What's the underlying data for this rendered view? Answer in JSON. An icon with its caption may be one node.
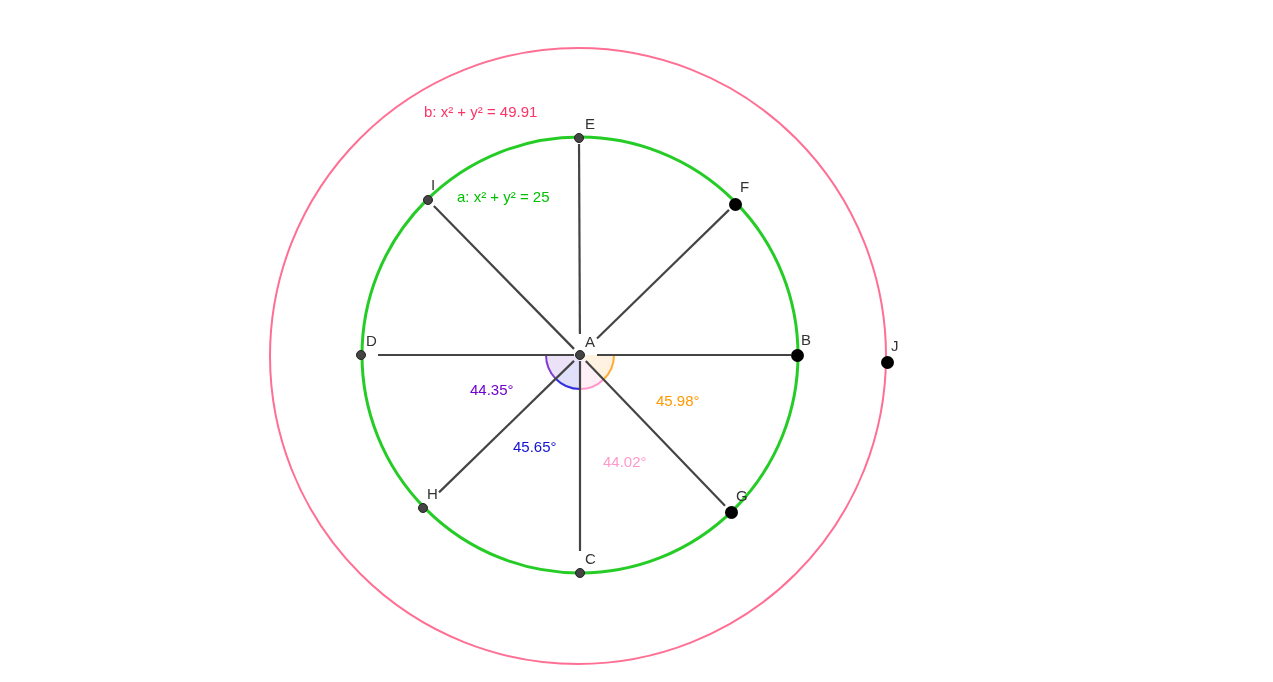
{
  "diagram": {
    "nodes": [
      {
        "text": [
          "E"
        ]
      },
      {
        "text": [
          "I"
        ]
      },
      {
        "text": [
          "F"
        ]
      },
      {
        "text": [
          "D"
        ]
      },
      {
        "text": [
          "A"
        ]
      },
      {
        "text": [
          "B"
        ]
      },
      {
        "text": [
          "J"
        ]
      },
      {
        "text": [
          "H"
        ]
      },
      {
        "text": [
          "G"
        ]
      },
      {
        "text": [
          "C"
        ]
      }
    ],
    "edges": [
      {
        "from": 4,
        "to": 5,
        "arrow": "none"
      },
      {
        "from": 4,
        "to": 9,
        "arrow": "none"
      },
      {
        "from": 4,
        "to": 3,
        "arrow": "none"
      },
      {
        "from": 4,
        "to": 0,
        "arrow": "none"
      },
      {
        "from": 4,
        "to": 2,
        "arrow": "none"
      },
      {
        "from": 4,
        "to": 8,
        "arrow": "none"
      },
      {
        "from": 4,
        "to": 7,
        "arrow": "none"
      },
      {
        "from": 4,
        "to": 1,
        "arrow": "none"
      }
    ],
    "labels": [
      "b: x² + y² = 49.91",
      "a: x² + y² = 25",
      "44.35°",
      "45.98°",
      "45.65°",
      "44.02°"
    ]
  }
}
